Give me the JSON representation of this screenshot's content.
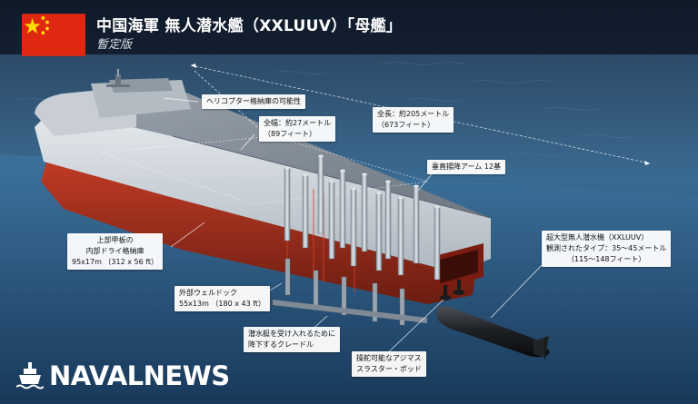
{
  "header": {
    "title": "中国海軍 無人潜水艦（XXLUUV）「母艦」",
    "subtitle": "暫定版"
  },
  "labels": {
    "helicopter": {
      "line1": "ヘリコプター格納庫の可能性"
    },
    "beam": {
      "line1": "全幅：約27メートル",
      "line2": "（89フィート）"
    },
    "length": {
      "line1": "全長：約205メートル",
      "line2": "（673フィート）"
    },
    "arms": {
      "line1": "垂直揚降アーム 12基"
    },
    "dry_hangar": {
      "line1": "上部甲板の",
      "line2": "内部ドライ格納庫",
      "line3": "95x17m （312 x 56 ft）"
    },
    "well_dock": {
      "line1": "外部ウェルドック",
      "line2": "55x13m （180 x 43 ft）"
    },
    "cradle": {
      "line1": "潜水艇を受け入れるために",
      "line2": "降下するクレードル"
    },
    "thruster": {
      "line1": "操舵可能なアジマス",
      "line2": "スラスター・ポッド"
    },
    "xxluuv": {
      "line1": "超大型無人潜水機（XXLUUV）",
      "line2": "観測されたタイプ：35〜45メートル",
      "line3": "（115〜148フィート）"
    }
  },
  "brand": {
    "name": "NAVALNEWS"
  },
  "colors": {
    "flag_red": "#de2910",
    "flag_yellow": "#ffde00",
    "hull_red": "#c8391f"
  },
  "icons": [
    "china-flag-icon",
    "ship-logo-icon"
  ]
}
